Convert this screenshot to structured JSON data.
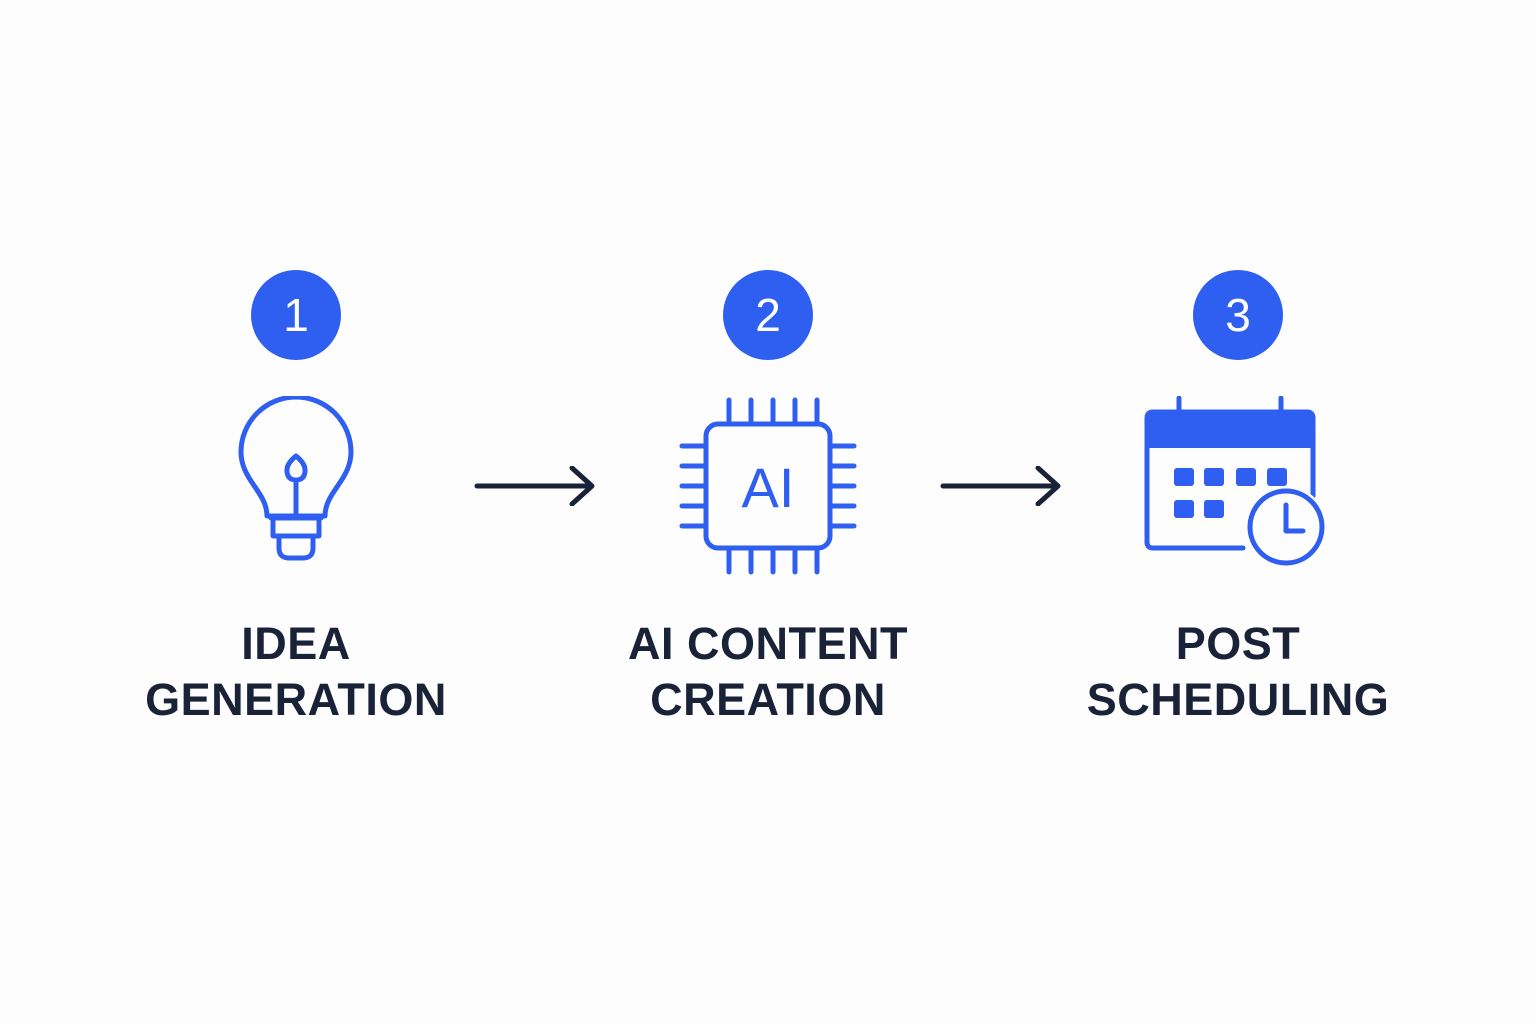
{
  "colors": {
    "accent": "#2f5ff0",
    "text": "#1a2238",
    "background": "#fdfdfd"
  },
  "steps": [
    {
      "number": "1",
      "icon": "lightbulb-icon",
      "label_line1": "IDEA",
      "label_line2": "GENERATION"
    },
    {
      "number": "2",
      "icon": "ai-chip-icon",
      "icon_text": "AI",
      "label_line1": "AI CONTENT",
      "label_line2": "CREATION"
    },
    {
      "number": "3",
      "icon": "calendar-clock-icon",
      "label_line1": "POST",
      "label_line2": "SCHEDULING"
    }
  ],
  "connectors": [
    {
      "icon": "arrow-right-icon"
    },
    {
      "icon": "arrow-right-icon"
    }
  ]
}
